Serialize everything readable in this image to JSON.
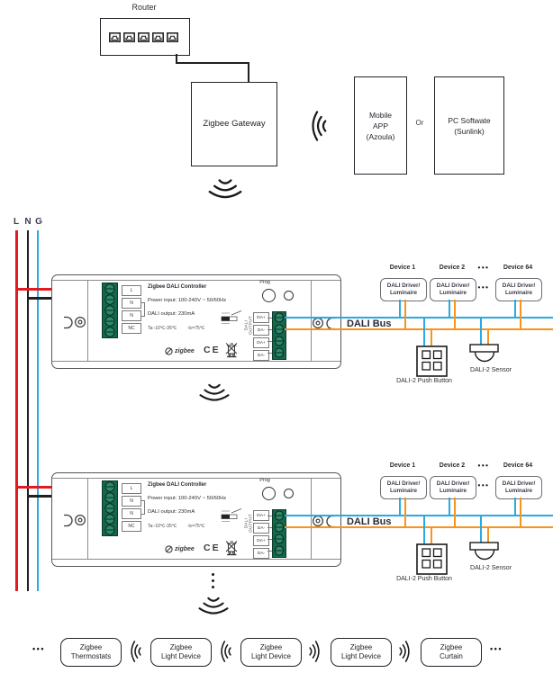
{
  "top": {
    "router": "Router",
    "gateway": "Zigbee Gateway",
    "mobile_lines": [
      "Mobile",
      "APP",
      "(Azoula)"
    ],
    "or": "Or",
    "pc_lines": [
      "PC Softwate",
      "(Sunlink)"
    ]
  },
  "power": {
    "l": "L",
    "n": "N",
    "g": "G"
  },
  "controller": {
    "title": "Zigbee DALI Controller",
    "power_input": "Power input: 100-240V ~ 50/60Hz",
    "dali_output": "DALI output: 230mA",
    "temp_a": "Ta:-10℃-35℃",
    "temp_b": "·tc=75℃",
    "prog": "Prog",
    "left_terminals": [
      "L",
      "N",
      "N",
      "NC"
    ],
    "right_terminals": [
      "DA+",
      "DA-",
      "DA+",
      "DA-"
    ],
    "vertical_label_1": "DALI",
    "vertical_label_2": "OUTPUT",
    "zigbee_logo": "zigbee",
    "ce_mark": "CE"
  },
  "bus": {
    "label": "DALI Bus",
    "ellipsis": "•••",
    "devices": [
      {
        "name": "Device 1"
      },
      {
        "name": "Device 2"
      },
      {
        "name": "Device 64"
      }
    ],
    "device_line1": "DALI Driver/",
    "device_line2": "Luminaire",
    "push_button": "DALI-2 Push Button",
    "sensor": "DALI-2 Sensor"
  },
  "bottom": {
    "ellipsis": "•••",
    "items": [
      {
        "line1": "Zigbee",
        "line2": "Thermostats"
      },
      {
        "line1": "Zigbee",
        "line2": "Light Device"
      },
      {
        "line1": "Zigbee",
        "line2": "Light Device"
      },
      {
        "line1": "Zigbee",
        "line2": "Light Device"
      },
      {
        "line1": "Zigbee",
        "line2": "Curtain"
      }
    ]
  },
  "colors": {
    "live_wire": "#E11B22",
    "neutral_wire": "#231F20",
    "ground_wire": "#29ABE2",
    "dali_plus": "#29ABE2",
    "dali_minus": "#F7941D",
    "terminal_green": "#17664B"
  }
}
